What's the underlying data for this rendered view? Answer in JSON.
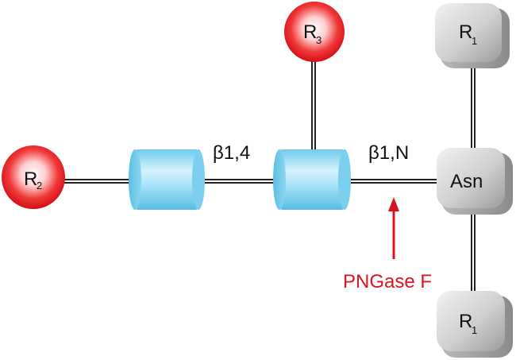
{
  "nodes": {
    "r2": {
      "main": "R",
      "sub": "2",
      "kind": "red-sphere"
    },
    "r3": {
      "main": "R",
      "sub": "3",
      "kind": "red-sphere"
    },
    "r1_top": {
      "main": "R",
      "sub": "1",
      "kind": "gray-box"
    },
    "asn": {
      "label": "Asn",
      "kind": "gray-box"
    },
    "r1_bottom": {
      "main": "R",
      "sub": "1",
      "kind": "gray-box"
    },
    "sugar_left": {
      "kind": "blue-cylinder"
    },
    "sugar_right": {
      "kind": "blue-cylinder"
    }
  },
  "bonds": {
    "beta14": {
      "label": "β1,4"
    },
    "beta1n": {
      "label": "β1,N"
    }
  },
  "enzyme": {
    "label": "PNGase F",
    "color": "#d9141e"
  },
  "colors": {
    "sphere": "#e0141a",
    "cylinder": "#8fd8f2",
    "box": "#c9c9c9",
    "bond": "#222222"
  }
}
